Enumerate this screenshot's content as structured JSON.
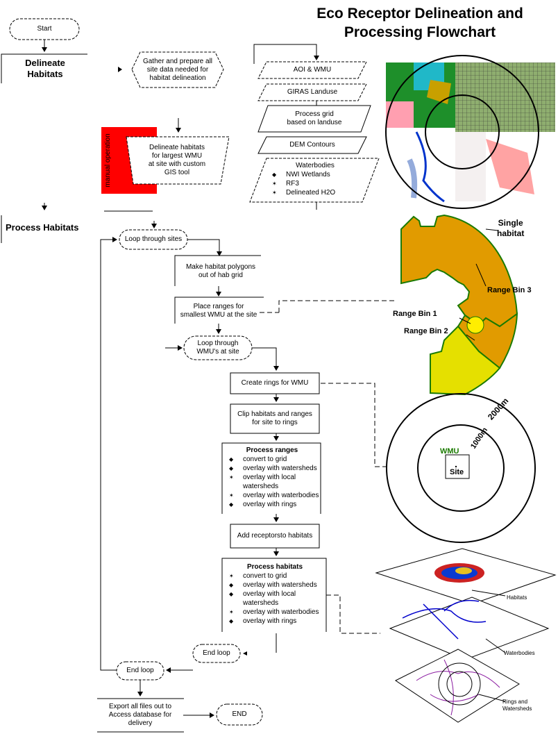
{
  "title_line1": "Eco Receptor Delineation and",
  "title_line2": "Processing Flowchart",
  "start": "Start",
  "end": "END",
  "section1": "Delineate Habitats",
  "section1_l1": "Delineate",
  "section1_l2": "Habitats",
  "section2": "Process Habitats",
  "gather": [
    "Gather and prepare all",
    "site data needed for",
    "habitat delineation"
  ],
  "manual_operation": "manual operation",
  "delineate_largest": [
    "Delineate habitats",
    "for largest WMU",
    "at site with custom",
    "GIS  tool"
  ],
  "data_layers": {
    "aoi": "AOI & WMU",
    "giras": "GIRAS Landuse",
    "process_grid": [
      "Process grid",
      "based on landuse"
    ],
    "dem": "DEM Contours",
    "waterbodies": "Waterbodies",
    "water_items": [
      {
        "text": "NWI Wetlands",
        "marker": "diamond"
      },
      {
        "text": "RF3",
        "marker": "star"
      },
      {
        "text": "Delineated H2O",
        "marker": "star"
      }
    ]
  },
  "loop_sites": "Loop through sites",
  "make_polygons": [
    "Make habitat polygons",
    "out of hab grid"
  ],
  "place_ranges": [
    "Place ranges for",
    "smallest WMU at the site"
  ],
  "loop_wmus": [
    "Loop through",
    "WMU's at site"
  ],
  "create_rings": "Create rings for WMU",
  "clip": [
    "Clip habitats and ranges",
    "for site to rings"
  ],
  "process_ranges": {
    "title": "Process ranges",
    "items": [
      {
        "text": "convert to grid",
        "marker": "diamond"
      },
      {
        "text": "overlay with watersheds",
        "marker": "diamond"
      },
      {
        "text": "overlay with local",
        "marker": "star"
      },
      {
        "text": "watersheds",
        "marker": "none"
      },
      {
        "text": "overlay with waterbodies",
        "marker": "star"
      },
      {
        "text": "overlay with rings",
        "marker": "diamond"
      }
    ]
  },
  "add_receptors": "Add receptorsto habitats",
  "process_habitats": {
    "title": "Process habitats",
    "items": [
      {
        "text": "convert to grid",
        "marker": "star"
      },
      {
        "text": "overlay with watersheds",
        "marker": "diamond"
      },
      {
        "text": "overlay with local",
        "marker": "diamond"
      },
      {
        "text": "watersheds",
        "marker": "none"
      },
      {
        "text": "overlay with waterbodies",
        "marker": "star"
      },
      {
        "text": "overlay with rings",
        "marker": "diamond"
      }
    ]
  },
  "end_loop_inner": "End loop",
  "end_loop_outer": "End loop",
  "export": [
    "Export all files out to",
    "Access database for",
    "delivery"
  ],
  "habitat_labels": {
    "single": [
      "Single",
      "habitat"
    ],
    "bin3": "Range Bin 3",
    "bin1": "Range Bin 1",
    "bin2": "Range Bin 2"
  },
  "ring_labels": {
    "outer": "2000m",
    "inner": "1000m",
    "wmu": "WMU",
    "site": "Site"
  },
  "layer_labels": {
    "habitats": "Habitats",
    "waterbodies": "Waterbodies",
    "rings": [
      "Rings and",
      "Watersheds"
    ]
  },
  "colors": {
    "manual": "#ff0000",
    "habitat": "#e19b00",
    "bin": "#e5e000",
    "outline": "#1a7a00",
    "water": "#0000cc"
  }
}
